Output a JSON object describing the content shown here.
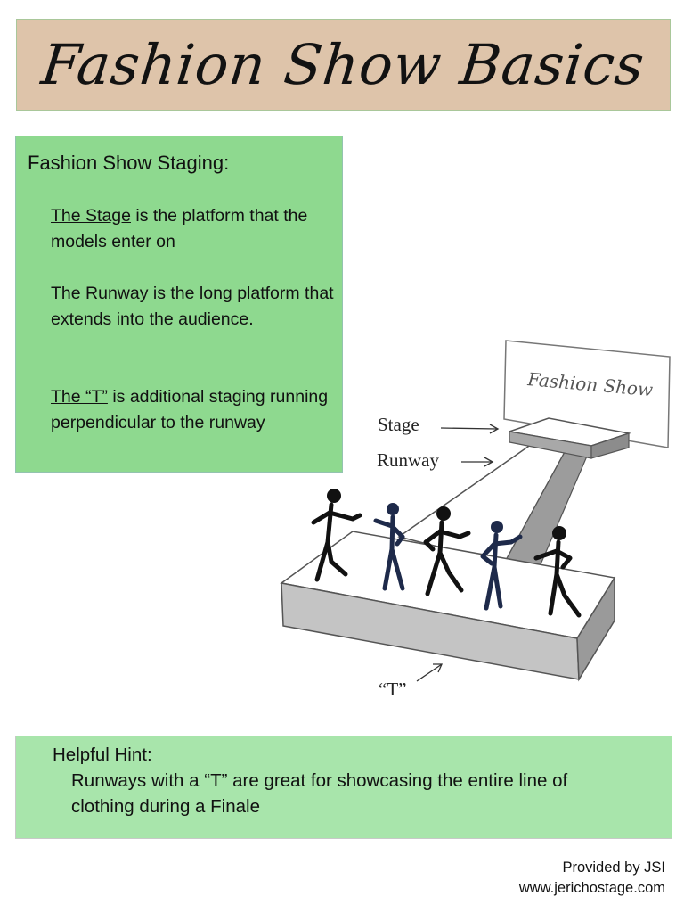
{
  "title": "Fashion Show Basics",
  "staging": {
    "heading": "Fashion Show Staging:",
    "items": [
      {
        "term": "The Stage",
        "text": " is the platform that the models enter on"
      },
      {
        "term": "The Runway",
        "text": " is the long platform that extends into the audience."
      },
      {
        "term": "The “T”",
        "text": " is additional staging running perpendicular to the runway"
      }
    ]
  },
  "figure": {
    "sign_text": "Fashion Show",
    "labels": {
      "stage": "Stage",
      "runway": "Runway",
      "t": "“T”"
    }
  },
  "hint": {
    "heading": "Helpful Hint:",
    "text": "Runways with a “T” are great for showcasing the entire line of clothing during a Finale"
  },
  "credit": {
    "line1": "Provided by JSI",
    "line2": "www.jerichostage.com"
  },
  "colors": {
    "banner": "#dec4aa",
    "staging_box": "#8ed98f",
    "hint_box": "#a8e5ab"
  },
  "icons": [
    "arrow-right-icon",
    "arrow-up-right-icon",
    "stick-figure-icon"
  ]
}
